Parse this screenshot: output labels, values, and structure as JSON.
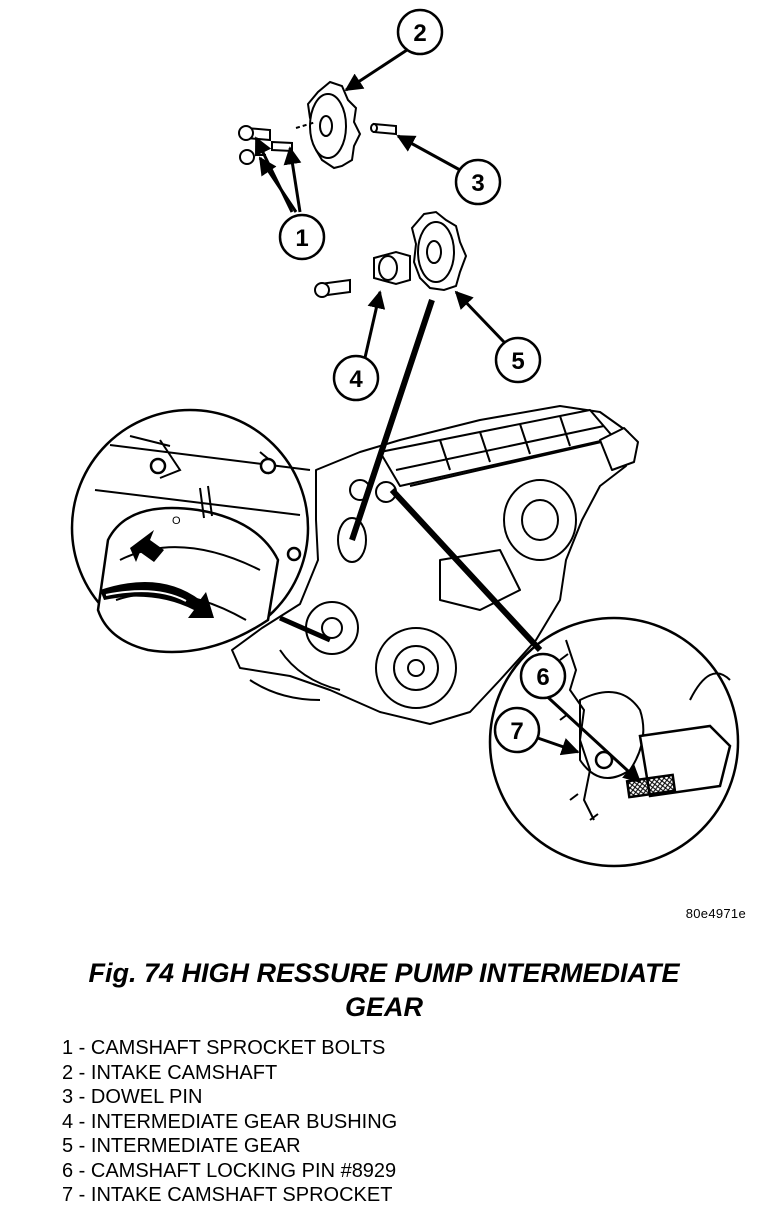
{
  "figure": {
    "code": "80e4971e",
    "callouts": [
      "1",
      "2",
      "3",
      "4",
      "5",
      "6",
      "7"
    ]
  },
  "caption": {
    "line1": "Fig. 74 HIGH RESSURE PUMP INTERMEDIATE",
    "line2": "GEAR"
  },
  "legend": [
    {
      "text": "1 - CAMSHAFT SPROCKET BOLTS"
    },
    {
      "text": "2 - INTAKE CAMSHAFT"
    },
    {
      "text": "3 - DOWEL PIN"
    },
    {
      "text": "4 - INTERMEDIATE GEAR BUSHING"
    },
    {
      "text": "5 - INTERMEDIATE GEAR"
    },
    {
      "text": "6 - CAMSHAFT LOCKING PIN #8929"
    },
    {
      "text": "7 - INTAKE CAMSHAFT SPROCKET"
    }
  ]
}
